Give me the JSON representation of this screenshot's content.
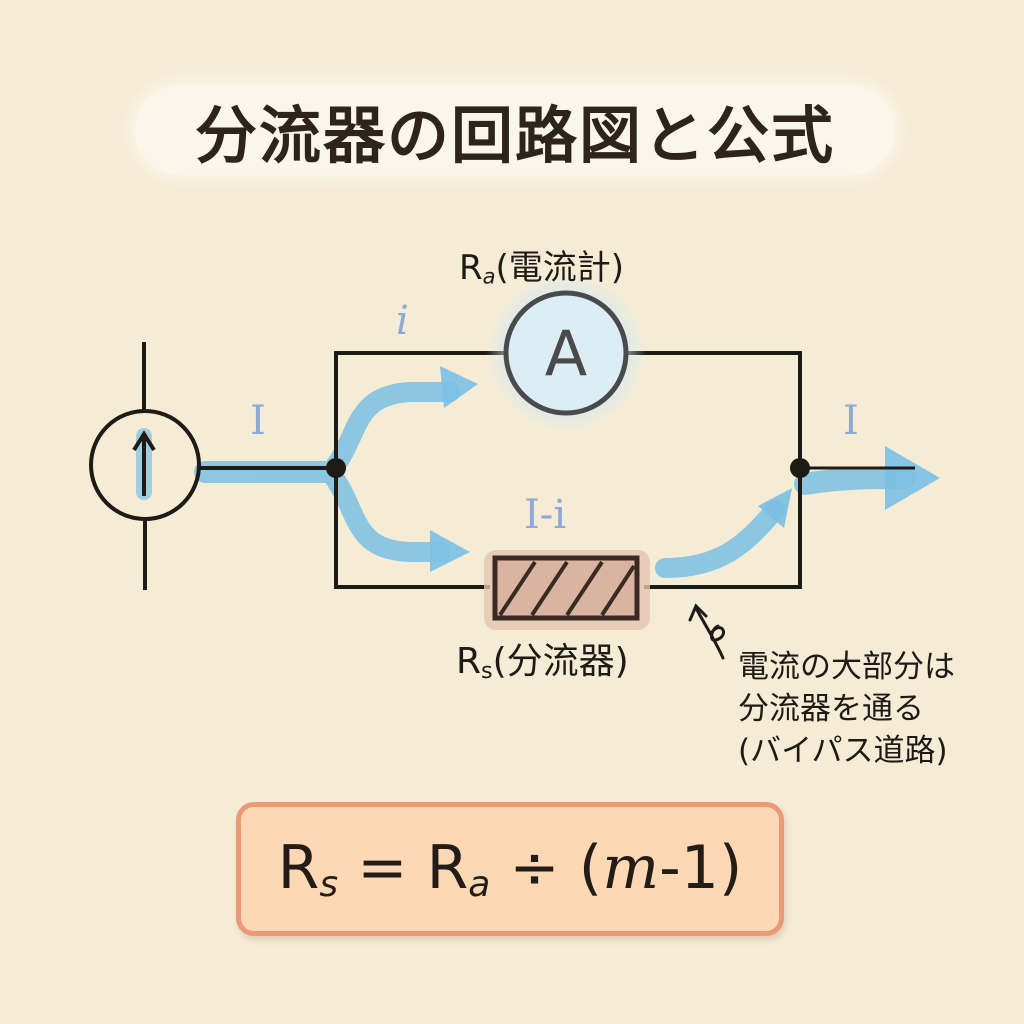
{
  "title": "分流器の回路図と公式",
  "components": {
    "ammeter": {
      "symbol": "A",
      "label_main": "R",
      "label_sub": "a",
      "label_suffix": "(電流計)"
    },
    "shunt": {
      "label_main": "R",
      "label_sub": "s",
      "label_suffix": "(分流器)"
    },
    "source": {
      "icon": "current-source-up-arrow"
    }
  },
  "currents": {
    "input": "I",
    "ammeter_branch": "i",
    "shunt_branch": "I-i",
    "output": "I"
  },
  "annotation": {
    "lines": [
      "電流の大部分は",
      "分流器を通る",
      "(バイパス道路)"
    ]
  },
  "formula": {
    "lhs_main": "R",
    "lhs_sub": "s",
    "equals": "=",
    "rhs_main": "R",
    "rhs_sub": "a",
    "divide": "÷",
    "open_paren": "(",
    "variable": "m",
    "minus_one": "-1",
    "close_paren": ")"
  },
  "colors": {
    "background": "#f5ecd6",
    "wire": "#1e1a16",
    "flow": "#7cc0e4",
    "current_label": "#8fa9d6",
    "ammeter_glow": "#cfe8f6",
    "shunt_fill": "#d9b4a0",
    "formula_bg": "#fcd9b4",
    "formula_border": "#eb9a78"
  }
}
